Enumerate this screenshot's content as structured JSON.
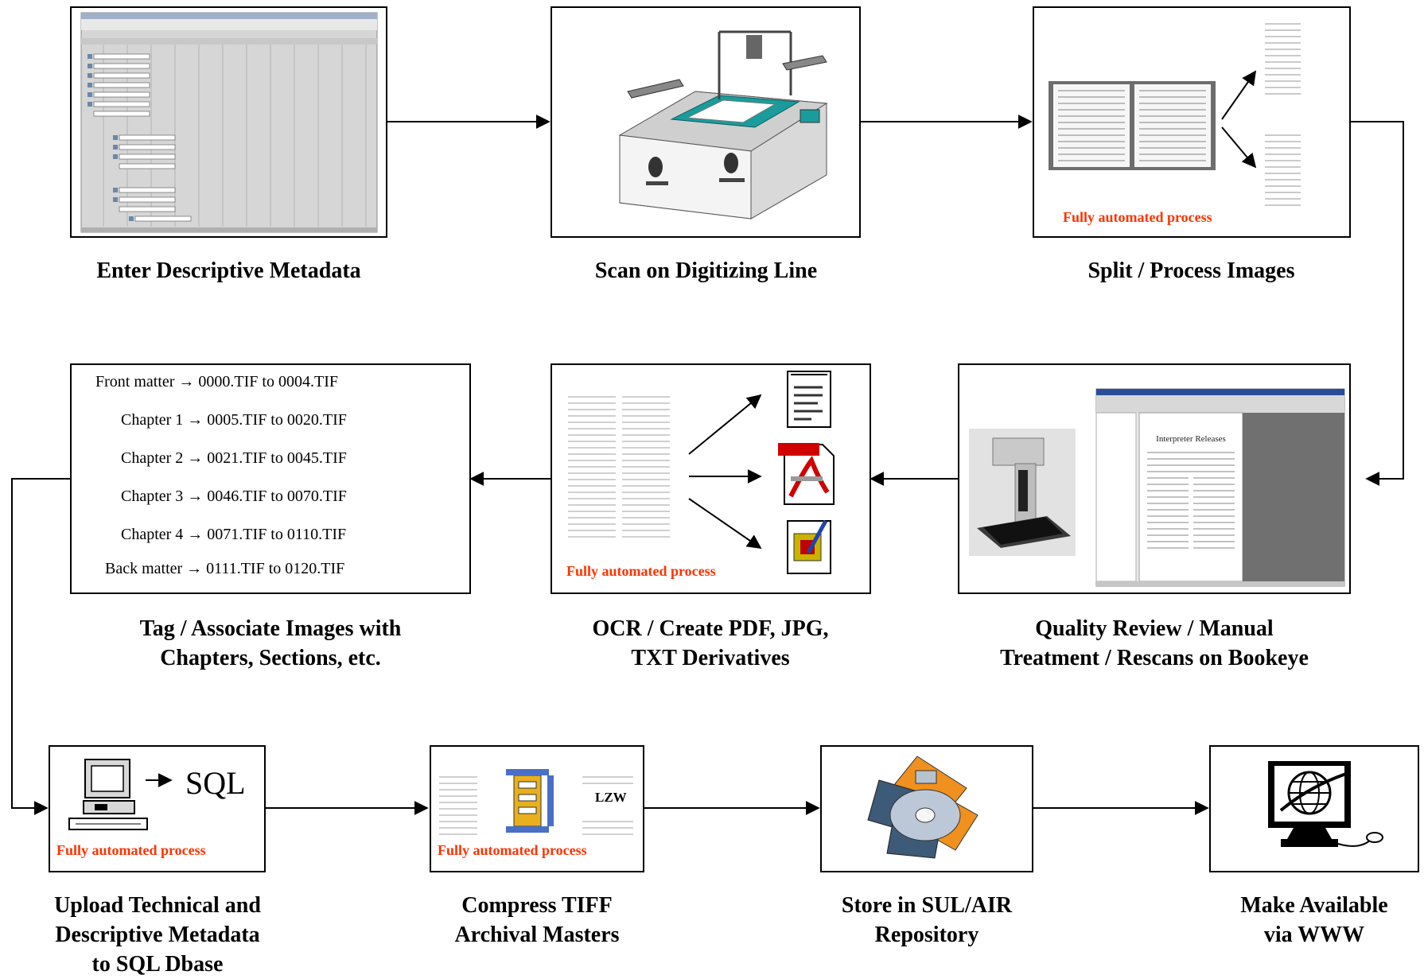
{
  "steps": {
    "metadata": {
      "caption": "Enter Descriptive Metadata"
    },
    "scan": {
      "caption": "Scan on Digitizing Line"
    },
    "split": {
      "caption": "Split / Process Images",
      "note": "Fully automated process"
    },
    "quality": {
      "caption_line1": "Quality Review / Manual",
      "caption_line2": "Treatment / Rescans on Bookeye",
      "doc_title": "Interpreter Releases"
    },
    "ocr": {
      "caption_line1": "OCR / Create PDF, JPG,",
      "caption_line2": "TXT Derivatives",
      "note": "Fully automated process"
    },
    "tag": {
      "caption_line1": "Tag / Associate Images with",
      "caption_line2": "Chapters, Sections, etc.",
      "lines": [
        "Front matter → 0000.TIF to 0004.TIF",
        "Chapter 1 → 0005.TIF to 0020.TIF",
        "Chapter 2 → 0021.TIF to 0045.TIF",
        "Chapter 3 → 0046.TIF to 0070.TIF",
        "Chapter 4 → 0071.TIF to 0110.TIF",
        "Back matter → 0111.TIF to 0120.TIF"
      ]
    },
    "upload": {
      "caption_line1": "Upload Technical and",
      "caption_line2": "Descriptive Metadata",
      "caption_line3": "to SQL Dbase",
      "sql_label": "SQL",
      "note": "Fully automated process"
    },
    "compress": {
      "caption_line1": "Compress TIFF",
      "caption_line2": "Archival Masters",
      "lzw_label": "LZW",
      "note": "Fully automated process"
    },
    "store": {
      "caption_line1": "Store in SUL/AIR",
      "caption_line2": "Repository"
    },
    "publish": {
      "caption_line1": "Make Available",
      "caption_line2": "via WWW"
    }
  },
  "colors": {
    "note": "#ff3300",
    "teal": "#1a9c9c",
    "orange": "#f0901e",
    "slate": "#3d5a78"
  }
}
